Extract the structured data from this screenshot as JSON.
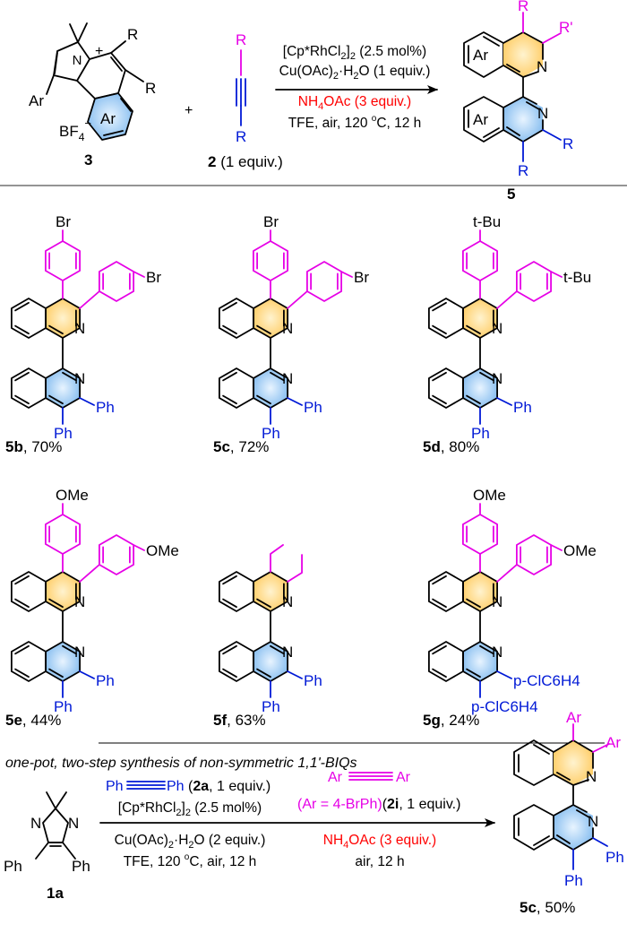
{
  "colors": {
    "black": "#000000",
    "magenta": "#e600e6",
    "blue": "#0019d6",
    "red": "#ff0000",
    "orange_highlight": "#ffd37a",
    "blue_highlight": "#8ec5f3",
    "divider": "#555555"
  },
  "top_scheme": {
    "reactant_3": {
      "label": "3",
      "ar_label": "Ar",
      "anion": "BF",
      "anion_sub": "4",
      "anion_sup": "−",
      "charge": "+",
      "r_upper": "R",
      "r_lower": "R",
      "ring_label": "Ar"
    },
    "plus": "+",
    "reactant_2": {
      "r_top": "R",
      "r_bottom": "R",
      "label": "2",
      "equiv": " (1 equiv.)"
    },
    "conditions": {
      "line1_pre": "[Cp*RhCl",
      "line1_sub": "2",
      "line1_mid": "]",
      "line1_sub2": "2",
      "line1_post": " (2.5 mol%)",
      "line2_pre": "Cu(OAc)",
      "line2_sub": "2",
      "line2_post": "·H",
      "line2_sub2": "2",
      "line2_post2": "O (1 equiv.)",
      "line3_pre": "NH",
      "line3_sub": "4",
      "line3_post": "OAc (3 equiv.)",
      "line4_pre": "TFE, air, 120 ",
      "line4_sup": "o",
      "line4_post": "C, 12 h"
    },
    "product_5": {
      "label": "5",
      "r_top": "R",
      "r_prime": "R'",
      "r_right": "R",
      "r_bottom": "R",
      "ar_top": "Ar",
      "ar_bottom": "Ar",
      "n_top": "N",
      "n_bottom": "N"
    }
  },
  "compounds": [
    {
      "id": "5b",
      "yield": ", 70%",
      "top_sub": "Br",
      "top_sub2": "Br",
      "bottom_sub": "Ph",
      "bottom_sub2": "Ph",
      "n": "N"
    },
    {
      "id": "5c",
      "yield": ", 72%",
      "top_sub": "Br",
      "top_sub2": "Br",
      "bottom_sub": "Ph",
      "bottom_sub2": "Ph",
      "n": "N"
    },
    {
      "id": "5d",
      "yield": ", 80%",
      "top_sub": "t-Bu",
      "top_sub2": "t-Bu",
      "bottom_sub": "Ph",
      "bottom_sub2": "Ph",
      "n": "N"
    },
    {
      "id": "5e",
      "yield": ", 44%",
      "top_sub": "OMe",
      "top_sub2": "OMe",
      "bottom_sub": "Ph",
      "bottom_sub2": "Ph",
      "n": "N"
    },
    {
      "id": "5f",
      "yield": ", 63%",
      "top_sub": "",
      "top_sub2": "",
      "bottom_sub": "Ph",
      "bottom_sub2": "Ph",
      "n": "N"
    },
    {
      "id": "5g",
      "yield": ", 24%",
      "top_sub": "OMe",
      "top_sub2": "OMe",
      "bottom_sub": "p-ClC6H4",
      "bottom_sub2": "p-ClC6H4",
      "n": "N"
    }
  ],
  "bottom_scheme": {
    "heading": "one-pot, two-step synthesis of non-symmetric 1,1'-BIQs",
    "reactant_1a": {
      "label": "1a",
      "n1": "N",
      "n2": "N",
      "ph_left": "Ph",
      "ph_right": "Ph"
    },
    "step1": {
      "alkyne_left": "Ph",
      "alkyne_right": "Ph",
      "alkyne_note_pre": "(",
      "alkyne_note_id": "2a",
      "alkyne_note_post": ", 1 equiv.)",
      "cat_pre": "[Cp*RhCl",
      "cat_sub": "2",
      "cat_mid": "]",
      "cat_sub2": "2",
      "cat_post": " (2.5 mol%)",
      "ox_pre": "Cu(OAc)",
      "ox_sub": "2",
      "ox_post": "·H",
      "ox_sub2": "2",
      "ox_post2": "O (2 equiv.)",
      "cond_pre": "TFE, 120 ",
      "cond_sup": "o",
      "cond_post": "C, air, 12 h"
    },
    "step2": {
      "alkyne_left": "Ar",
      "alkyne_right": "Ar",
      "ar_def": "(Ar = 4-BrPh)",
      "note_pre": "(",
      "note_id": "2i",
      "note_post": ", 1 equiv.)",
      "nh4_pre": "NH",
      "nh4_sub": "4",
      "nh4_post": "OAc (3 equiv.)",
      "cond": "air, 12 h"
    },
    "product": {
      "id": "5c",
      "yield": ", 50%",
      "ar1": "Ar",
      "ar2": "Ar",
      "ph1": "Ph",
      "ph2": "Ph",
      "n_top": "N",
      "n_bottom": "N"
    }
  }
}
